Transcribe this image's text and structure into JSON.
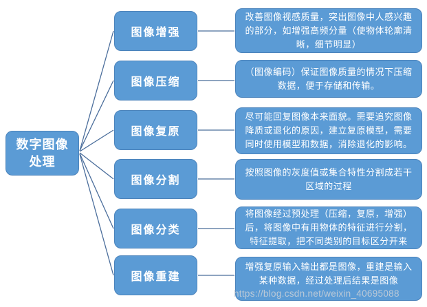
{
  "colors": {
    "node_fill": "#5b9bd5",
    "node_border": "#4b83bb",
    "connector": "#4a6d9b",
    "text": "#ffffff",
    "watermark": "#c6cfd8"
  },
  "root": {
    "label": "数字图像处理"
  },
  "branches": [
    {
      "label": "图像增强",
      "description": "改善图像视感质量，突出图像中人感兴趣的部分，如增强高频分量（使物体轮廓清晰，细节明显）"
    },
    {
      "label": "图像压缩",
      "description": "（图像编码）保证图像质量的情况下压缩数据，便于存储和传输。"
    },
    {
      "label": "图像复原",
      "description": "尽可能回复图像本来面貌。需要追究图像降质或退化的原因，建立复原模型，需要同时使用模型和数据，消除退化的影响。"
    },
    {
      "label": "图像分割",
      "description": "按照图像的灰度值或集合特性分割成若干区域的过程"
    },
    {
      "label": "图像分类",
      "description": "将图像经过预处理（压缩，复原，增强）后，将图像中有用物体的特征进行分割，特征提取，把不同类别的目标区分开来"
    },
    {
      "label": "图像重建",
      "description": "增强复原输入输出都是图像，重建是输入某种数据，经过处理后结果是图像"
    }
  ],
  "watermark": "https://blog.csdn.net/weixin_40695088"
}
